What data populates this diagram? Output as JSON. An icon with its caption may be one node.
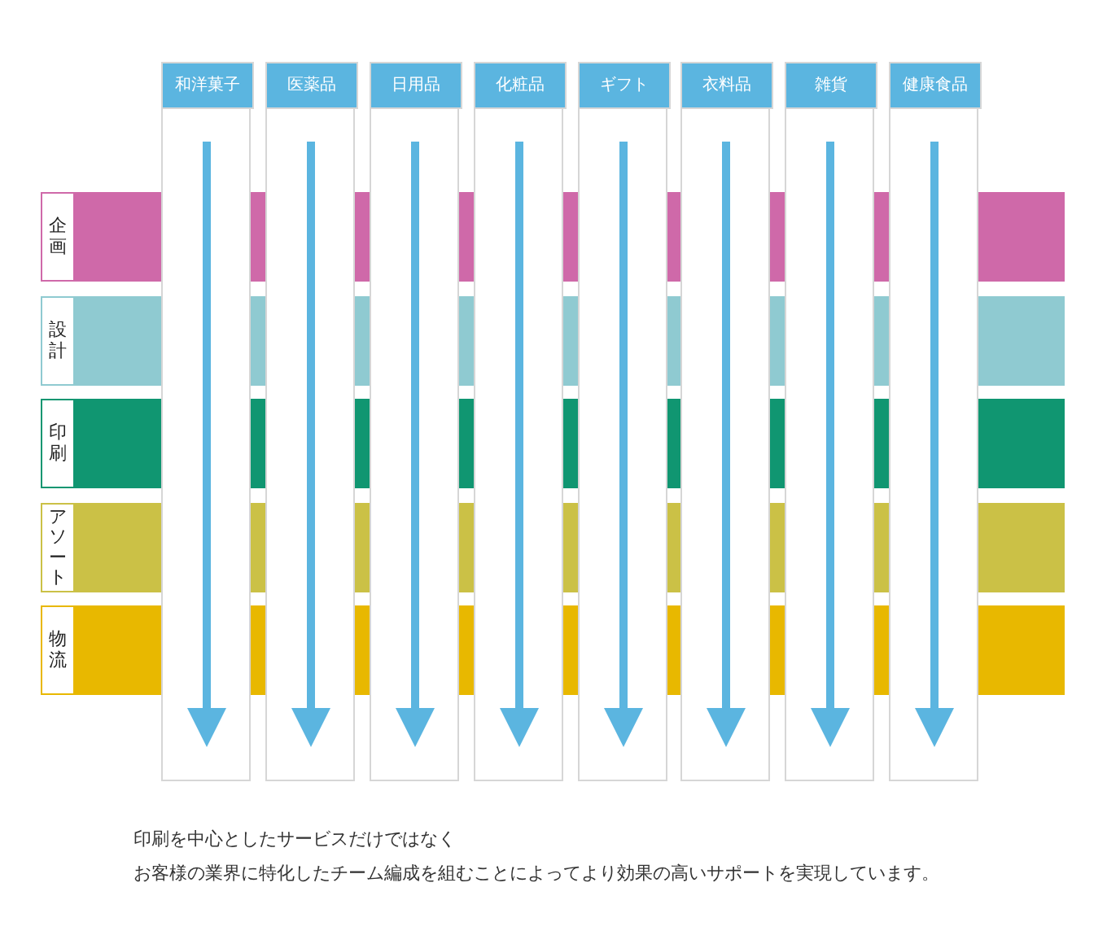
{
  "diagram": {
    "nodes": [
      {
        "text": [
          "和洋菓子"
        ]
      },
      {
        "text": [
          "医薬品"
        ]
      },
      {
        "text": [
          "日用品"
        ]
      },
      {
        "text": [
          "化粧品"
        ]
      },
      {
        "text": [
          "ギフト"
        ]
      },
      {
        "text": [
          "衣料品"
        ]
      },
      {
        "text": [
          "雑貨"
        ]
      },
      {
        "text": [
          "健康食品"
        ]
      },
      {
        "text": [
          "企画"
        ]
      },
      {
        "text": [
          "設計"
        ]
      },
      {
        "text": [
          "印刷"
        ]
      },
      {
        "text": [
          "アソート"
        ]
      },
      {
        "text": [
          "物流"
        ]
      },
      {
        "text": [],
        "shape": "arrow",
        "in": 0
      },
      {
        "text": [],
        "shape": "arrow",
        "in": 1
      },
      {
        "text": [],
        "shape": "arrow",
        "in": 2
      },
      {
        "text": [],
        "shape": "arrow",
        "in": 3
      },
      {
        "text": [],
        "shape": "arrow",
        "in": 4
      },
      {
        "text": [],
        "shape": "arrow",
        "in": 5
      },
      {
        "text": [],
        "shape": "arrow",
        "in": 6
      },
      {
        "text": [],
        "shape": "arrow",
        "in": 7
      }
    ],
    "labels": [
      "印刷を中心としたサービスだけではなく",
      "お客様の業界に特化したチーム編成を組むことによってより効果の高いサポートを実現しています。"
    ]
  }
}
